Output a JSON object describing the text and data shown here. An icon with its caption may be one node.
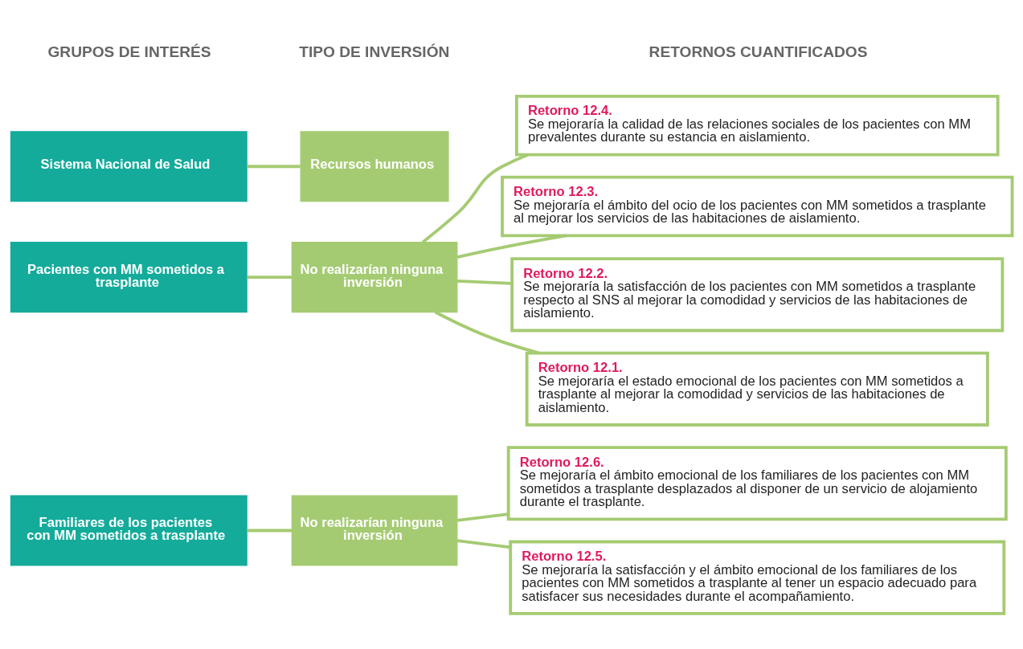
{
  "diagram": {
    "nodes": [
      {
        "text": [
          "Sistema Nacional de Salud"
        ]
      },
      {
        "text": [
          "Recursos humanos"
        ]
      },
      {
        "text": [
          "Retorno 12.1.",
          "Se mejoraría el estado emocional de los pacientes con MM sometidos a trasplante al mejorar la comodidad y servicios de las habitaciones de aislamiento."
        ]
      },
      {
        "text": [
          "Retorno 12.2.",
          "Se mejoraría la satisfacción de los pacientes con MM sometidos a trasplante respecto al SNS al mejorar la comodidad y servicios de las habitaciones de aislamiento."
        ]
      },
      {
        "text": [
          "Pacientes con MM sometidos a trasplante"
        ]
      },
      {
        "text": [
          "No realizarían ninguna inversión"
        ]
      },
      {
        "text": [
          "Retorno 12.3.",
          "Se mejoraría el ámbito del ocio de los pacientes con MM sometidos a trasplante al mejorar los servicios de las habitaciones de aislamiento."
        ]
      },
      {
        "text": [
          "Retorno 12.4.",
          "Se mejoraría la calidad de las relaciones sociales de los pacientes con MM prevalentes durante su estancia en aislamiento."
        ]
      },
      {
        "text": [
          "Familiares de los pacientes con MM sometidos a trasplante"
        ]
      },
      {
        "text": [
          "No realizarían ninguna inversión"
        ]
      },
      {
        "text": [
          "Retorno 12.5.",
          "Se mejoraría la satisfacción y el ámbito emocional de los familiares de los pacientes con MM sometidos a trasplante al tener un espacio adecuado para satisfacer sus necesidades durante el acompañamiento."
        ]
      },
      {
        "text": [
          "Retorno 12.6.",
          "Se mejoraría el ámbito emocional de los familiares de los pacientes con MM sometidos a trasplante desplazados al disponer de un servicio de alojamiento durante el trasplante."
        ]
      }
    ],
    "edges": [
      {
        "from": 0,
        "to": 1,
        "arrow": "none"
      },
      {
        "from": 4,
        "to": 5,
        "arrow": "none"
      },
      {
        "from": 5,
        "to": 2,
        "arrow": "none"
      },
      {
        "from": 5,
        "to": 3,
        "arrow": "none"
      },
      {
        "from": 5,
        "to": 6,
        "arrow": "none"
      },
      {
        "from": 5,
        "to": 7,
        "arrow": "none"
      },
      {
        "from": 8,
        "to": 9,
        "arrow": "none"
      },
      {
        "from": 9,
        "to": 10,
        "arrow": "none"
      },
      {
        "from": 9,
        "to": 11,
        "arrow": "none"
      }
    ],
    "labels": [
      "GRUPOS DE INTERÉS",
      "TIPO DE INVERSIÓN",
      "RETORNOS CUANTIFICADOS"
    ]
  }
}
